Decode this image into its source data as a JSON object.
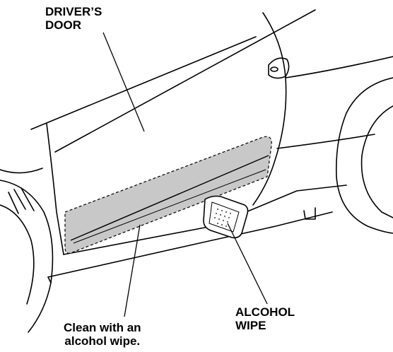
{
  "labels": {
    "drivers_door": [
      "DRIVER’S",
      "DOOR"
    ],
    "alcohol_wipe": [
      "ALCOHOL",
      "WIPE"
    ],
    "clean_instruction": [
      "Clean with an",
      "alcohol wipe."
    ]
  },
  "colors": {
    "line": "#000000",
    "shaded_area": "#c8c8c8",
    "background": "#ffffff"
  }
}
